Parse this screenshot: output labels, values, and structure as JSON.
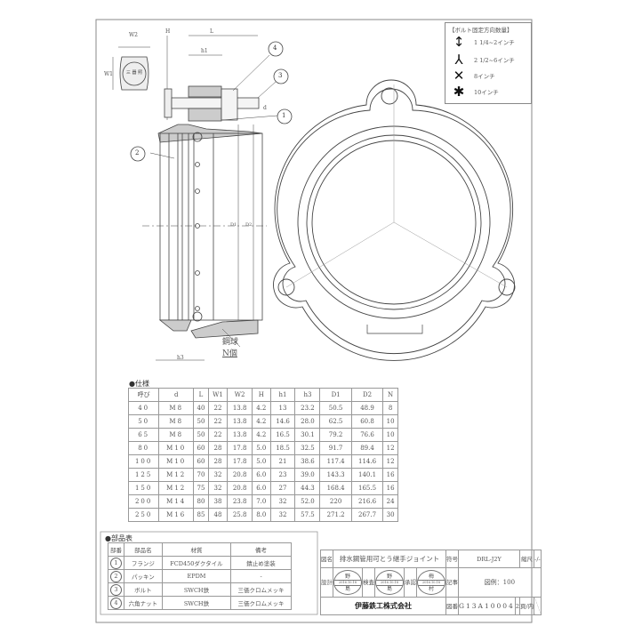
{
  "drawing": {
    "dimension_labels": {
      "W2": "W2",
      "W1": "W1",
      "H": "H",
      "L": "L",
      "h1": "h1",
      "d": "d",
      "D1": "D1",
      "D2": "D2",
      "h3": "h3"
    },
    "balloons": [
      "1",
      "2",
      "3",
      "4"
    ],
    "steel_ball_label": "鋼球",
    "count_label": "N個",
    "bolt_head_text": "三 器 照"
  },
  "legend": {
    "title": "【ボルト固定方向数量】",
    "items": [
      {
        "icon": "double-arrow-icon",
        "glyph": "↕",
        "label": "1 1/4~2インチ"
      },
      {
        "icon": "three-way-icon",
        "glyph": "⅄",
        "label": "2 1/2~6インチ"
      },
      {
        "icon": "cross-icon",
        "glyph": "✕",
        "label": "8インチ"
      },
      {
        "icon": "asterisk-icon",
        "glyph": "✱",
        "label": "10インチ"
      }
    ]
  },
  "spec": {
    "title": "●仕様",
    "headers": [
      "呼び",
      "d",
      "L",
      "W1",
      "W2",
      "H",
      "h1",
      "h3",
      "D1",
      "D2",
      "N"
    ],
    "rows": [
      [
        "40",
        "M8",
        "40",
        "22",
        "13.8",
        "4.2",
        "13",
        "23.2",
        "50.5",
        "48.9",
        "8"
      ],
      [
        "50",
        "M8",
        "50",
        "22",
        "13.8",
        "4.2",
        "14.6",
        "28.0",
        "62.5",
        "60.8",
        "10"
      ],
      [
        "65",
        "M8",
        "50",
        "22",
        "13.8",
        "4.2",
        "16.5",
        "30.1",
        "79.2",
        "76.6",
        "10"
      ],
      [
        "80",
        "M10",
        "60",
        "28",
        "17.8",
        "5.0",
        "18.5",
        "32.5",
        "91.7",
        "89.4",
        "12"
      ],
      [
        "100",
        "M10",
        "60",
        "28",
        "17.8",
        "5.0",
        "21",
        "38.6",
        "117.4",
        "114.6",
        "12"
      ],
      [
        "125",
        "M12",
        "70",
        "32",
        "20.8",
        "6.0",
        "23",
        "39.0",
        "143.3",
        "140.1",
        "16"
      ],
      [
        "150",
        "M12",
        "75",
        "32",
        "20.8",
        "6.0",
        "27",
        "44.3",
        "168.4",
        "165.5",
        "16"
      ],
      [
        "200",
        "M14",
        "80",
        "38",
        "23.8",
        "7.0",
        "32",
        "52.0",
        "220",
        "216.6",
        "24"
      ],
      [
        "250",
        "M16",
        "85",
        "48",
        "25.8",
        "8.0",
        "32",
        "57.5",
        "271.2",
        "267.7",
        "30"
      ]
    ]
  },
  "parts": {
    "title": "●部品表",
    "headers": [
      "部番",
      "部品名",
      "材質",
      "備考"
    ],
    "rows": [
      [
        "1",
        "フランジ",
        "FCD450ダクタイル",
        "錆止め塗装"
      ],
      [
        "2",
        "パッキン",
        "EPDM",
        "-"
      ],
      [
        "3",
        "ボルト",
        "SWCH鉄",
        "三価クロムメッキ"
      ],
      [
        "4",
        "六角ナット",
        "SWCH鉄",
        "三価クロムメッキ"
      ]
    ]
  },
  "title_block": {
    "name_label": "図名",
    "name": "排水鋼管用可とう継手ジョイント",
    "code_label": "符号",
    "code": "DRL-J2Y",
    "scale_label": "縮尺",
    "scale": "-/-",
    "design_label": "設計",
    "check_label": "検査",
    "approve_label": "承認",
    "stamps": [
      {
        "top": "野",
        "date": "2016.10.18",
        "bottom": "島"
      },
      {
        "top": "野",
        "date": "2016.10.18",
        "bottom": "島"
      },
      {
        "top": "梅",
        "date": "2016.10.18",
        "bottom": "村"
      }
    ],
    "note_label": "記事",
    "note": "図例：100",
    "company": "伊藤鉄工株式会社",
    "drawing_no_label": "図番",
    "drawing_no": "G13A10004",
    "revision": "2",
    "page_label": "頁/内"
  }
}
